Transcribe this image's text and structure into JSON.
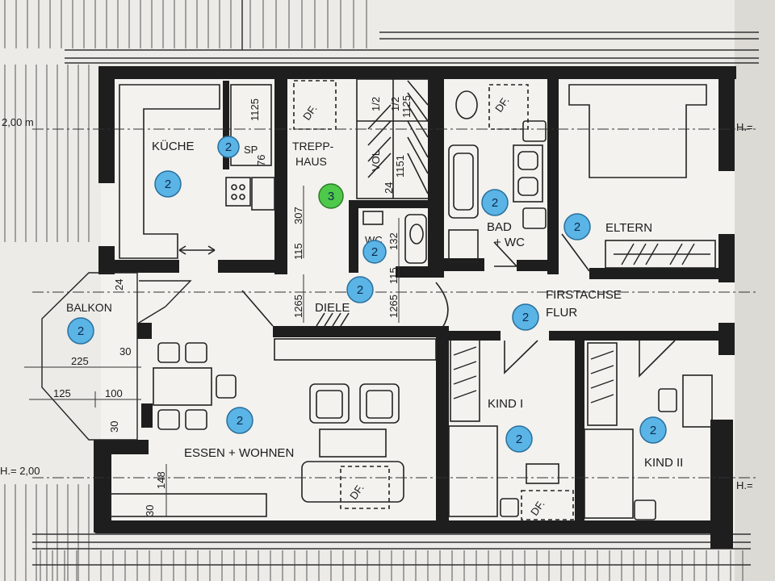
{
  "rooms": {
    "kueche": "KÜCHE",
    "sp": "SP",
    "treppenhaus_1": "TREPP-",
    "treppenhaus_2": "HAUS",
    "bad_1": "BAD",
    "bad_2": "+ WC",
    "eltern": "ELTERN",
    "wc": "WC",
    "balkon": "BALKON",
    "diele": "DIELE",
    "firstachse": "FIRSTACHSE",
    "flur": "FLUR",
    "kind1": "KIND I",
    "kind2": "KIND II",
    "essen_wohnen": "ESSEN + WOHNEN"
  },
  "markers": {
    "kueche": "2",
    "sp": "2",
    "treppe": "3",
    "bad": "2",
    "eltern": "2",
    "wc": "2",
    "diele": "2",
    "balkon": "2",
    "flur": "2",
    "wohnen": "2",
    "kind1": "2",
    "kind2": "2"
  },
  "dimensions": {
    "h_left_top": "2,00 m",
    "h_left_bottom": "H.= 2,00",
    "h_right_top": "H.=",
    "h_right_bottom": "H.=",
    "d307": "307",
    "d115a": "115",
    "d1265a": "1265",
    "d1265b": "1265",
    "d115b": "115",
    "d132": "132",
    "d24": "24",
    "d225": "225",
    "d125": "125",
    "d100": "100",
    "d30a": "30",
    "d30b": "30",
    "d148": "148",
    "d30c": "30",
    "stair1": "1/2",
    "stair2": "1/2",
    "stair3": "1125",
    "stair4": "VOL",
    "stair5": "24",
    "stair6": "1151",
    "df1": "DF.",
    "df2": "DF.",
    "df3": "DF.",
    "df4": "DF.",
    "sp1": "1125",
    "sp2": "76"
  },
  "colors": {
    "marker_blue": "#5ab4e6",
    "marker_green": "#4ec94a",
    "wall": "#1e1e1e",
    "paper": "#f1f0ec"
  }
}
